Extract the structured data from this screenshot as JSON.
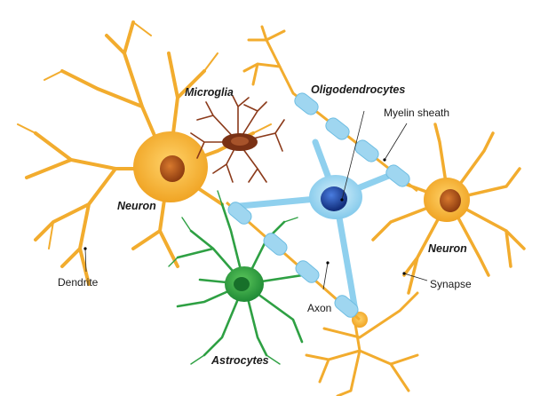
{
  "labels": {
    "microglia": "Microglia",
    "oligodendrocytes": "Oligodendrocytes",
    "myelin_sheath": "Myelin sheath",
    "neuron_left": "Neuron",
    "neuron_right": "Neuron",
    "dendrite": "Dendrite",
    "synapse": "Synapse",
    "axon": "Axon",
    "astrocytes": "Astrocytes"
  },
  "colors": {
    "neuron": "#f2ac2e",
    "nucleus_neuron": "#b5561a",
    "astrocyte": "#2ea043",
    "microglia": "#8b3a1a",
    "oligodendrocyte": "#8fd0ee",
    "oligo_nucleus": "#1f4fa8"
  }
}
